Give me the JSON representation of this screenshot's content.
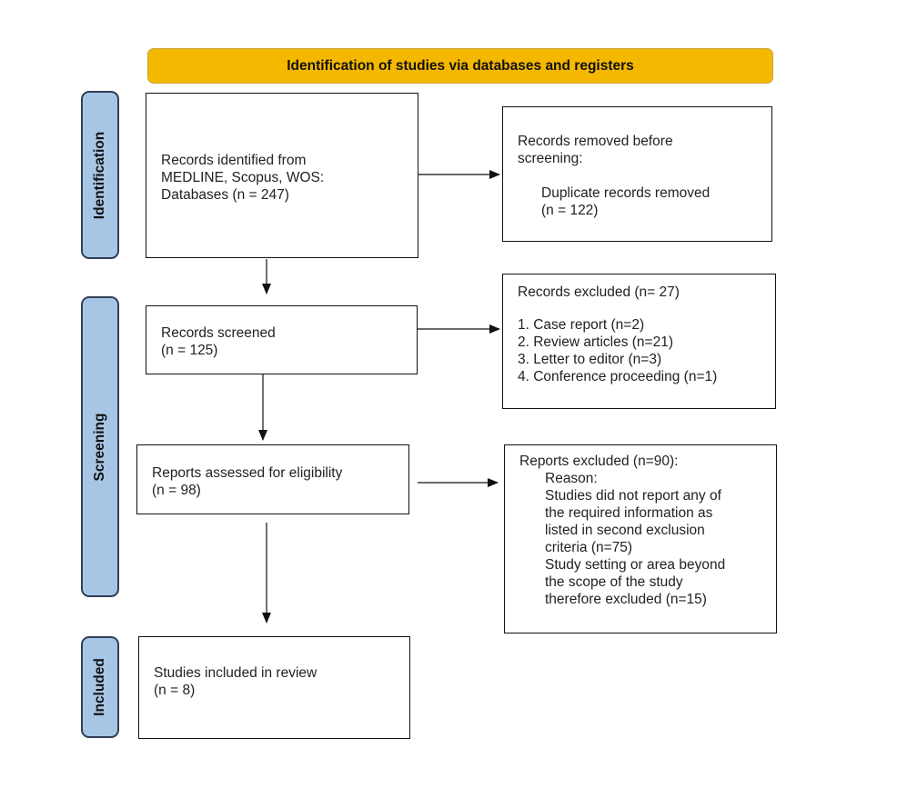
{
  "header": {
    "title": "Identification of studies via databases and registers"
  },
  "stages": {
    "identification": "Identification",
    "screening": "Screening",
    "included": "Included"
  },
  "boxes": {
    "identified": {
      "lines": [
        "Records identified from",
        "MEDLINE, Scopus, WOS:",
        "Databases (n = 247)"
      ]
    },
    "removed": {
      "title_lines": [
        "Records removed before",
        "screening:"
      ],
      "lines": [
        "Duplicate records removed",
        "(n = 122)"
      ]
    },
    "screened": {
      "lines": [
        "Records screened",
        "(n = 125)"
      ]
    },
    "excluded_records": {
      "title": "Records excluded (n= 27)",
      "items": [
        "1. Case report (n=2)",
        "2. Review articles (n=21)",
        "3. Letter to editor (n=3)",
        "4. Conference proceeding (n=1)"
      ]
    },
    "assessed": {
      "lines": [
        "Reports assessed for eligibility",
        "(n = 98)"
      ]
    },
    "excluded_reports": {
      "title": "Reports excluded (n=90):",
      "reason_label": "Reason:",
      "reasons": [
        "Studies did not report any of",
        "the required information as",
        "listed in second exclusion",
        "criteria (n=75)",
        "Study setting or area beyond",
        "the scope of the study",
        "therefore excluded (n=15)"
      ]
    },
    "included": {
      "lines": [
        "Studies included in review",
        "(n = 8)"
      ]
    }
  },
  "colors": {
    "banner": "#f5b800",
    "stage": "#a7c6e6",
    "stage_border": "#2f3e56"
  }
}
